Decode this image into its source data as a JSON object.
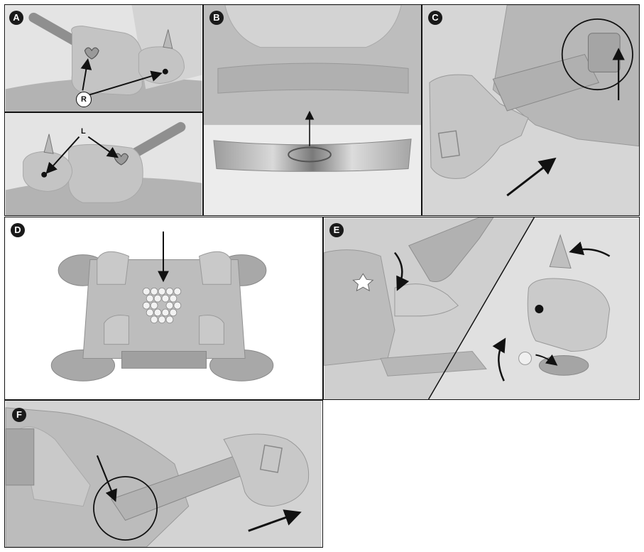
{
  "panels": {
    "a": {
      "badge": "A",
      "callout": "R"
    },
    "a2": {
      "callout": "L"
    },
    "b": {
      "badge": "B"
    },
    "c": {
      "badge": "C"
    },
    "d": {
      "badge": "D"
    },
    "e": {
      "badge": "E"
    },
    "f": {
      "badge": "F"
    }
  },
  "colors": {
    "toy": "#c4c4c4",
    "toy_dark": "#9d9d9d",
    "outline": "#111111",
    "bg": "#e6e6e6"
  }
}
